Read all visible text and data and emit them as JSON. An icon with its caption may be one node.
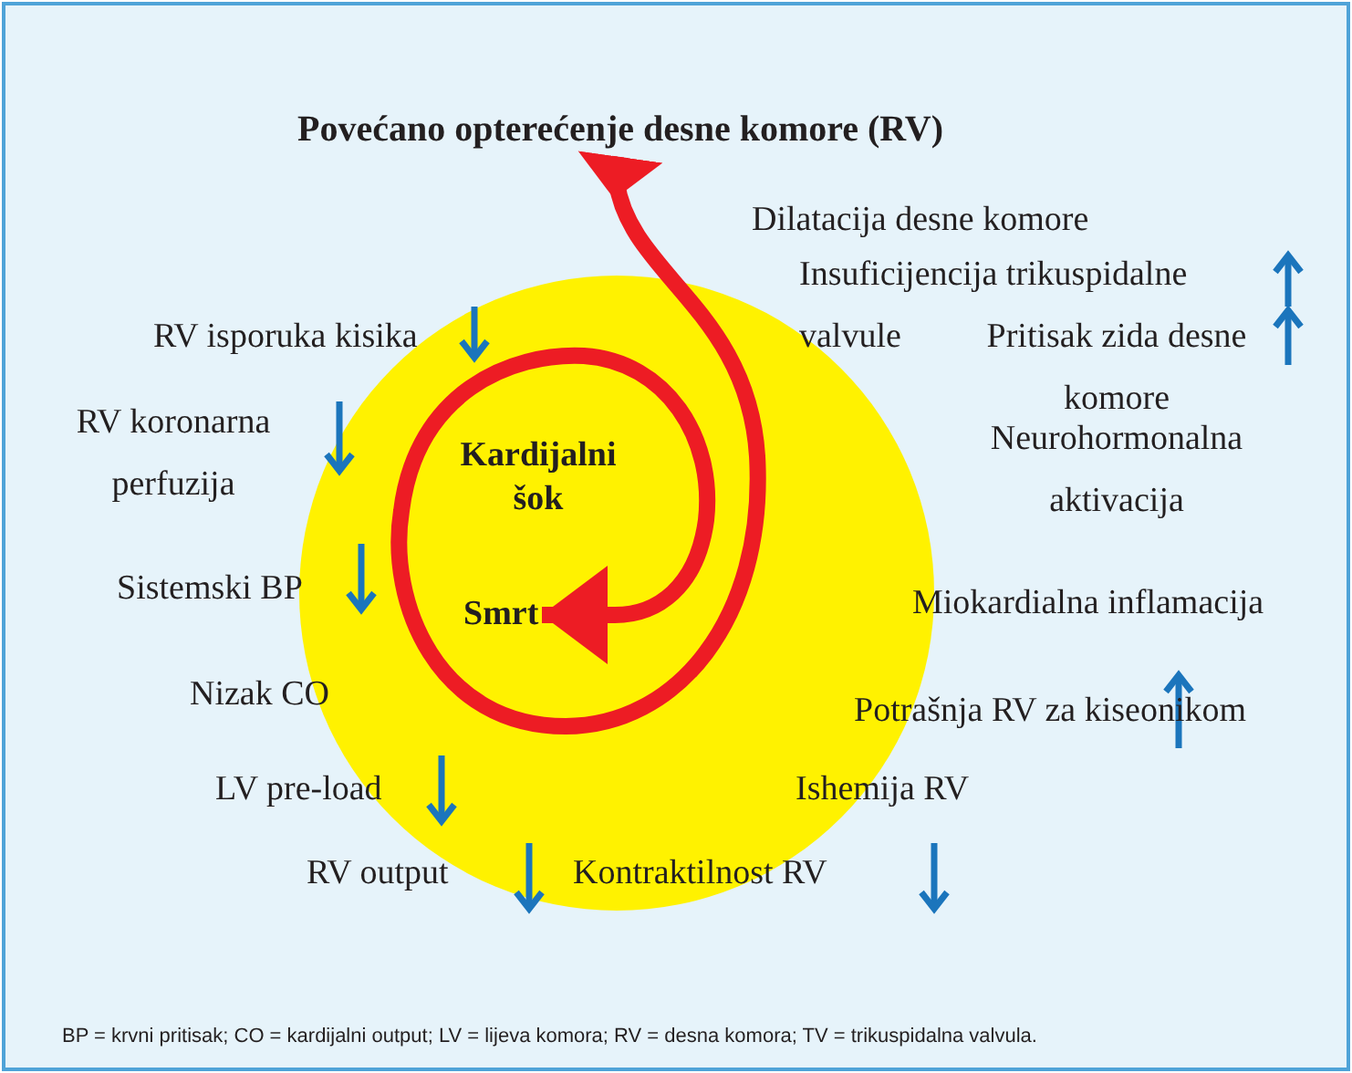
{
  "diagram": {
    "caption": "BP = krvni pritisak; CO = kardijalni output; LV = lijeva komora; RV = desna komora; TV = trikuspidalna valvula.",
    "nodes": [
      {
        "text": [
          "Povećano opterećenje desne komore (RV)"
        ]
      },
      {
        "text": [
          "Smrt"
        ]
      }
    ],
    "edges": [
      {
        "from": 0,
        "to": 1,
        "arrow": "to"
      }
    ],
    "labels": [
      "Dilatacija desne komore",
      "Insuficijencija trikuspidalne valvule",
      "RV isporuka kisika",
      "Pritisak zida desne komore",
      "RV koronarna perfuzija",
      "Kardijalni šok",
      "Neurohormonalna aktivacija",
      "Sistemski BP",
      "Miokardialna inflamacija",
      "Nizak CO",
      "Potrašnja RV za kiseonikom",
      "LV pre-load",
      "Ishemija RV",
      "RV output",
      "Kontraktilnost RV"
    ]
  }
}
